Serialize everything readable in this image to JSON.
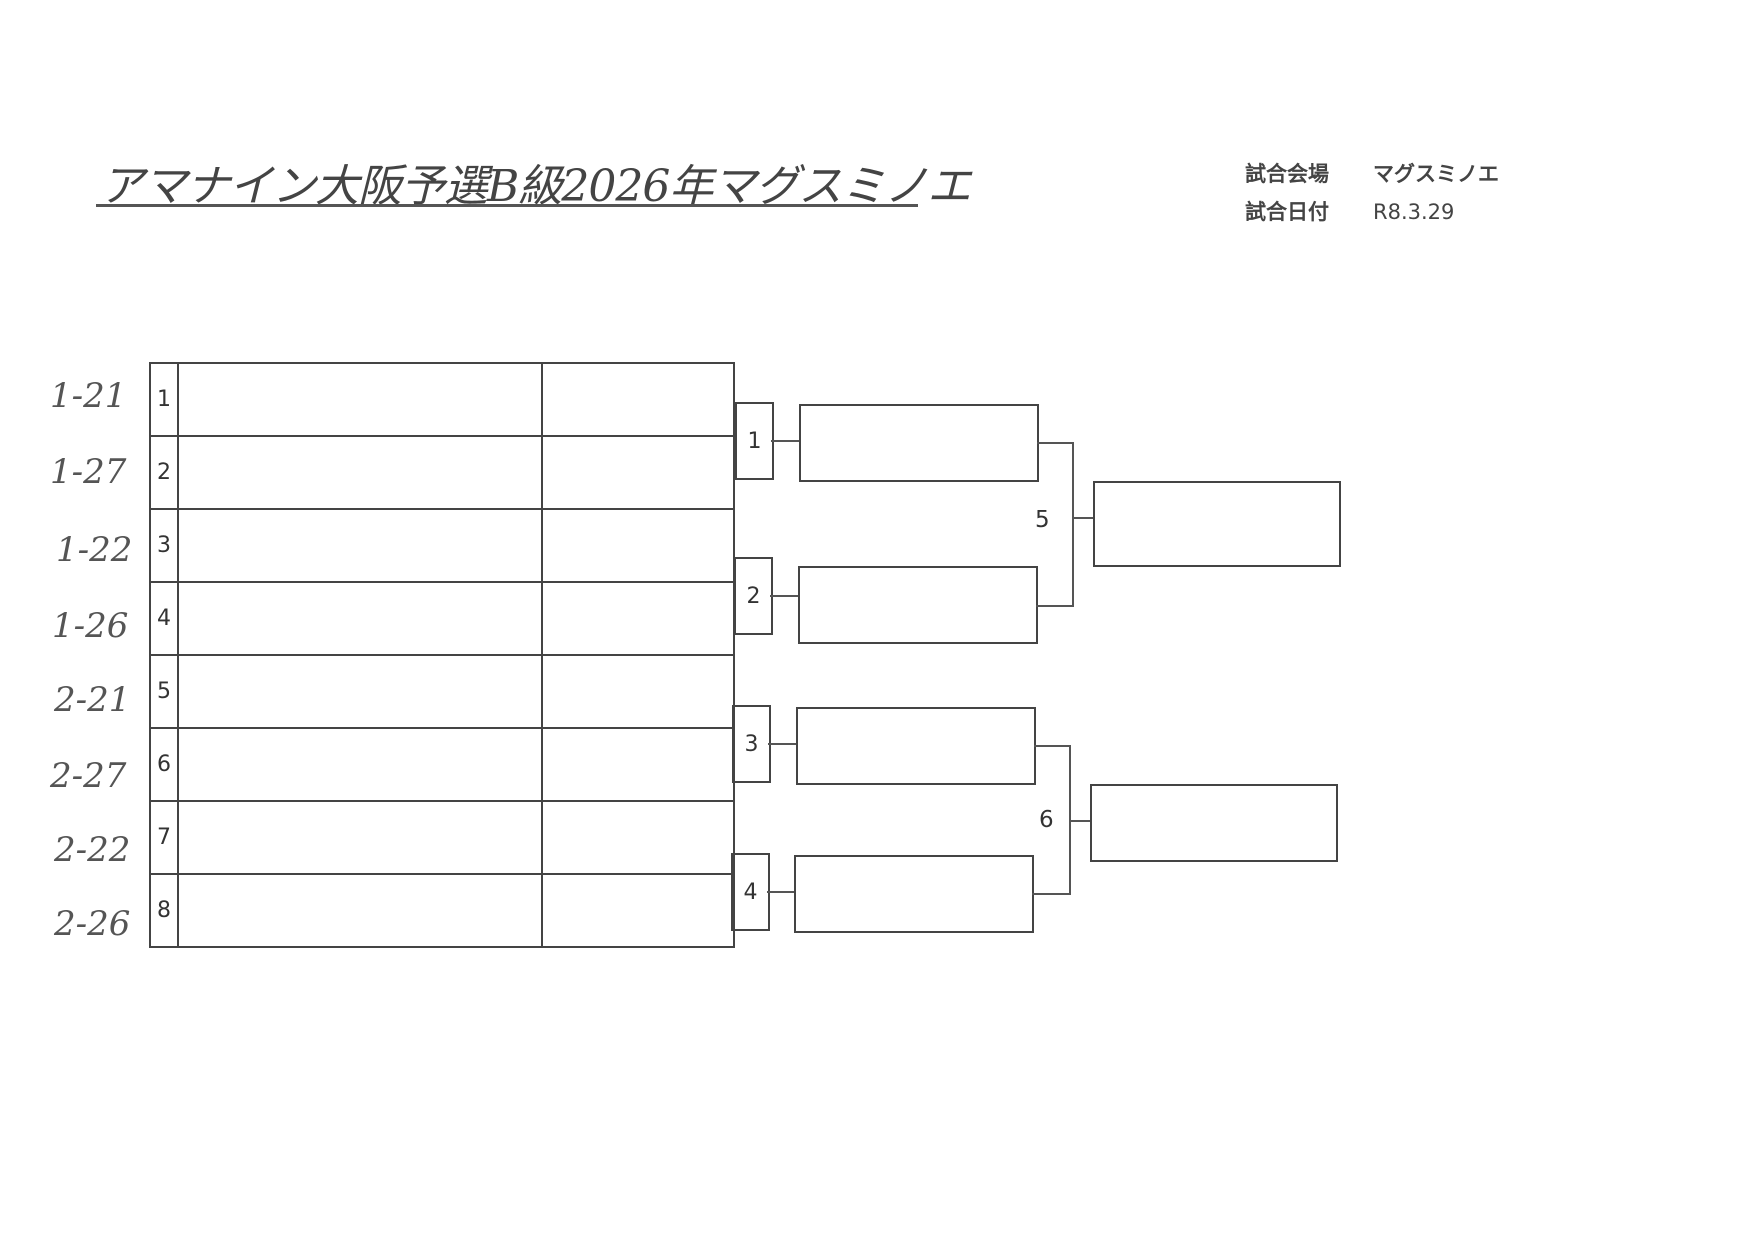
{
  "title": "アマナイン大阪予選B級2026年マグスミノエ",
  "info": {
    "venue_label": "試合会場",
    "venue_value": "マグスミノエ",
    "date_label": "試合日付",
    "date_value": "R8.3.29"
  },
  "entries": [
    {
      "code": "1-21",
      "num": "1"
    },
    {
      "code": "1-27",
      "num": "2"
    },
    {
      "code": "1-22",
      "num": "3"
    },
    {
      "code": "1-26",
      "num": "4"
    },
    {
      "code": "2-21",
      "num": "5"
    },
    {
      "code": "2-27",
      "num": "6"
    },
    {
      "code": "2-22",
      "num": "7"
    },
    {
      "code": "2-26",
      "num": "8"
    }
  ],
  "matches": [
    "1",
    "2",
    "3",
    "4",
    "5",
    "6"
  ]
}
